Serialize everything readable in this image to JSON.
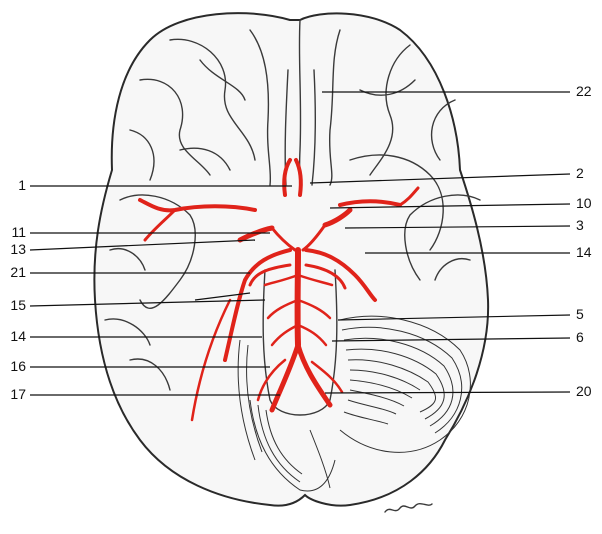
{
  "labels_left": [
    {
      "id": "1",
      "text": "1"
    },
    {
      "id": "11",
      "text": "11"
    },
    {
      "id": "13",
      "text": "13"
    },
    {
      "id": "21",
      "text": "21"
    },
    {
      "id": "15",
      "text": "15"
    },
    {
      "id": "14l",
      "text": "14"
    },
    {
      "id": "16",
      "text": "16"
    },
    {
      "id": "17",
      "text": "17"
    }
  ],
  "labels_right": [
    {
      "id": "22",
      "text": "22"
    },
    {
      "id": "2",
      "text": "2"
    },
    {
      "id": "10",
      "text": "10"
    },
    {
      "id": "3",
      "text": "3"
    },
    {
      "id": "14r",
      "text": "14"
    },
    {
      "id": "5",
      "text": "5"
    },
    {
      "id": "6",
      "text": "6"
    },
    {
      "id": "20",
      "text": "20"
    }
  ],
  "signature": "Schles...",
  "colors": {
    "artery": "#e0231a",
    "outline": "#2a2a2a",
    "background": "#ffffff"
  }
}
